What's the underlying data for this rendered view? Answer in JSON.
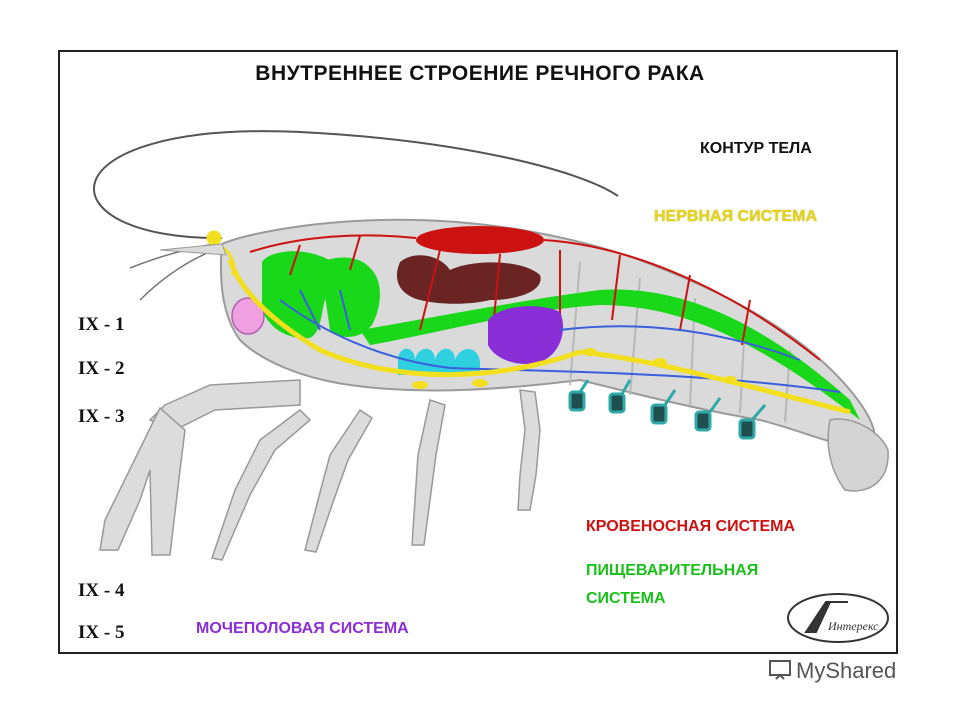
{
  "title": "ВНУТРЕННЕЕ СТРОЕНИЕ РЕЧНОГО РАКА",
  "labels": {
    "body_outline": "КОНТУР ТЕЛА",
    "nervous": "НЕРВНАЯ СИСТЕМА",
    "circulatory": "КРОВЕНОСНАЯ СИСТЕМА",
    "digestive_1": "ПИЩЕВАРИТЕЛЬНАЯ",
    "digestive_2": "СИСТЕМА",
    "urogenital": "МОЧЕПОЛОВАЯ СИСТЕМА"
  },
  "ix_labels": [
    "IX - 1",
    "IX - 2",
    "IX - 3",
    "IX - 4",
    "IX - 5"
  ],
  "logo_text": "Интерекс",
  "watermark": "MyShared",
  "colors": {
    "body": "#dadada",
    "nervous": "#f2e01e",
    "circulatory": "#cc1111",
    "digestive": "#19d719",
    "urogenital": "#8a2ed8",
    "vessels_blue": "#3a5fdc",
    "gills": "#2fd0e0",
    "liver": "#6a2424"
  }
}
